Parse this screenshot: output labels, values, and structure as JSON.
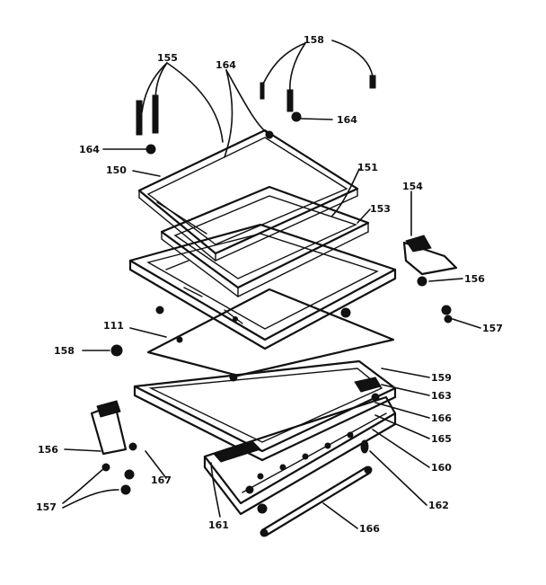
{
  "labels": {
    "l155": "155",
    "l158a": "158",
    "l164a": "164",
    "l164b": "164",
    "l164c": "164",
    "l150": "150",
    "l151": "151",
    "l153": "153",
    "l154": "154",
    "l156a": "156",
    "l157a": "157",
    "l111": "111",
    "l158b": "158",
    "l159": "159",
    "l163": "163",
    "l166a": "166",
    "l165": "165",
    "l160": "160",
    "l162": "162",
    "l166b": "166",
    "l161": "161",
    "l167": "167",
    "l156b": "156",
    "l157b": "157"
  }
}
